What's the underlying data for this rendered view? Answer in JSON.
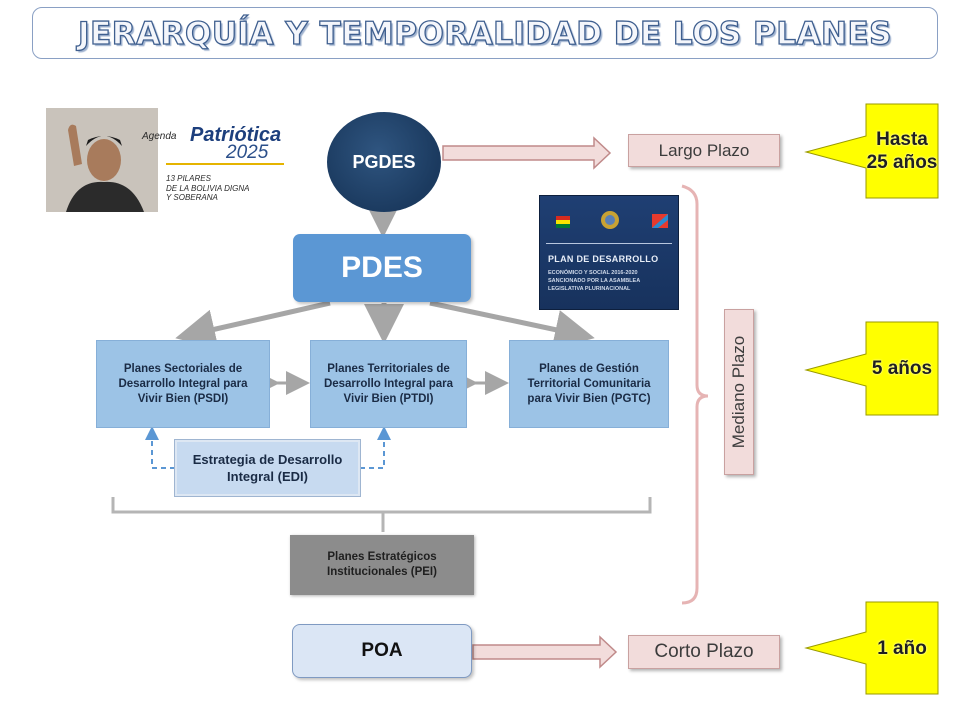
{
  "title": "JERARQUÍA Y TEMPORALIDAD DE LOS PLANES",
  "nodes": {
    "pgdes": "PGDES",
    "pdes": "PDES",
    "psdi": "Planes Sectoriales de Desarrollo Integral para Vivir Bien (PSDI)",
    "ptdi": "Planes Territoriales de Desarrollo Integral para Vivir Bien (PTDI)",
    "pgtc": "Planes de Gestión Territorial Comunitaria para Vivir Bien (PGTC)",
    "edi": "Estrategia de Desarrollo Integral (EDI)",
    "pei": "Planes Estratégicos Institucionales (PEI)",
    "poa": "POA"
  },
  "timeframes": {
    "largo": "Largo Plazo",
    "mediano": "Mediano Plazo",
    "corto": "Corto Plazo"
  },
  "durations": {
    "largo": "Hasta 25 años",
    "mediano": "5 años",
    "corto": "1 año"
  },
  "agenda_logo": {
    "small": "Agenda",
    "big": "Patriótica",
    "year": "2025",
    "subtitle": "13 PILARES\nDE LA BOLIVIA DIGNA\nY SOBERANA"
  },
  "plan_book": {
    "title": "PLAN DE DESARROLLO",
    "subtitle": "ECONÓMICO Y SOCIAL 2016-2020 SANCIONADO POR LA ASAMBLEA LEGISLATIVA PLURINACIONAL"
  },
  "colors": {
    "accent_yellow": "#ffff00",
    "pgdes": "#1f426a",
    "pdes": "#5b97d4",
    "plan_box": "#9cc3e6",
    "pei": "#8c8c8c",
    "plazo": "#f2dcdb"
  }
}
